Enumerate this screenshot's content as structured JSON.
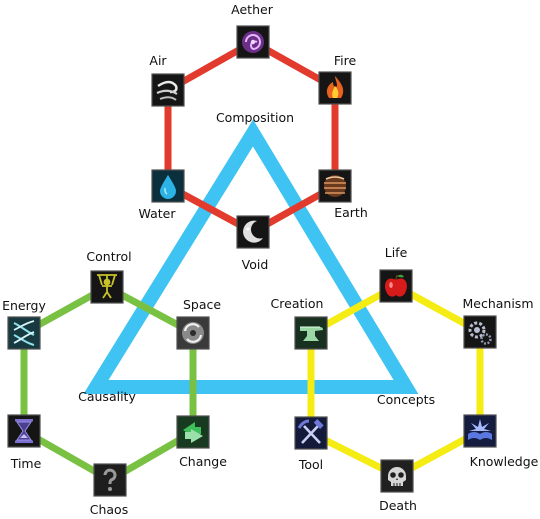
{
  "diagram": {
    "triangle": {
      "top_label": "Composition",
      "left_label": "Causality",
      "right_label": "Concepts",
      "color": "#3ec3f2"
    },
    "rings": [
      {
        "id": "elements",
        "color": "#e23b2e"
      },
      {
        "id": "forces",
        "color": "#79c142"
      },
      {
        "id": "ideas",
        "color": "#f4ec12"
      }
    ],
    "nodes": [
      {
        "id": "aether",
        "label": "Aether",
        "icon": "aether-swirl-icon",
        "color": "#8a3fa6"
      },
      {
        "id": "air",
        "label": "Air",
        "icon": "wind-icon",
        "color": "#dcdcdc"
      },
      {
        "id": "fire",
        "label": "Fire",
        "icon": "flame-icon",
        "color": "#e8621e"
      },
      {
        "id": "water",
        "label": "Water",
        "icon": "water-drop-icon",
        "color": "#24a5d8"
      },
      {
        "id": "earth",
        "label": "Earth",
        "icon": "earth-layers-icon",
        "color": "#8c4e2a"
      },
      {
        "id": "void",
        "label": "Void",
        "icon": "void-crescent-icon",
        "color": "#d8d8d8"
      },
      {
        "id": "control",
        "label": "Control",
        "icon": "puppet-icon",
        "color": "#c9c22a"
      },
      {
        "id": "energy",
        "label": "Energy",
        "icon": "energy-helix-icon",
        "color": "#7fd0dc"
      },
      {
        "id": "space",
        "label": "Space",
        "icon": "space-vortex-icon",
        "color": "#cccccc"
      },
      {
        "id": "time",
        "label": "Time",
        "icon": "hourglass-icon",
        "color": "#5a4fa3"
      },
      {
        "id": "change",
        "label": "Change",
        "icon": "change-arrows-icon",
        "color": "#2fa84a"
      },
      {
        "id": "chaos",
        "label": "Chaos",
        "icon": "question-mark-icon",
        "color": "#9a9a9a"
      },
      {
        "id": "life",
        "label": "Life",
        "icon": "apple-icon",
        "color": "#d71a1a"
      },
      {
        "id": "creation",
        "label": "Creation",
        "icon": "anvil-icon",
        "color": "#3f8f4a"
      },
      {
        "id": "mechanism",
        "label": "Mechanism",
        "icon": "gears-icon",
        "color": "#9aa0b4"
      },
      {
        "id": "tool",
        "label": "Tool",
        "icon": "hammer-pick-icon",
        "color": "#3a3fa8"
      },
      {
        "id": "knowledge",
        "label": "Knowledge",
        "icon": "book-icon",
        "color": "#4a63c9"
      },
      {
        "id": "death",
        "label": "Death",
        "icon": "skull-icon",
        "color": "#d0d0d0"
      }
    ]
  }
}
